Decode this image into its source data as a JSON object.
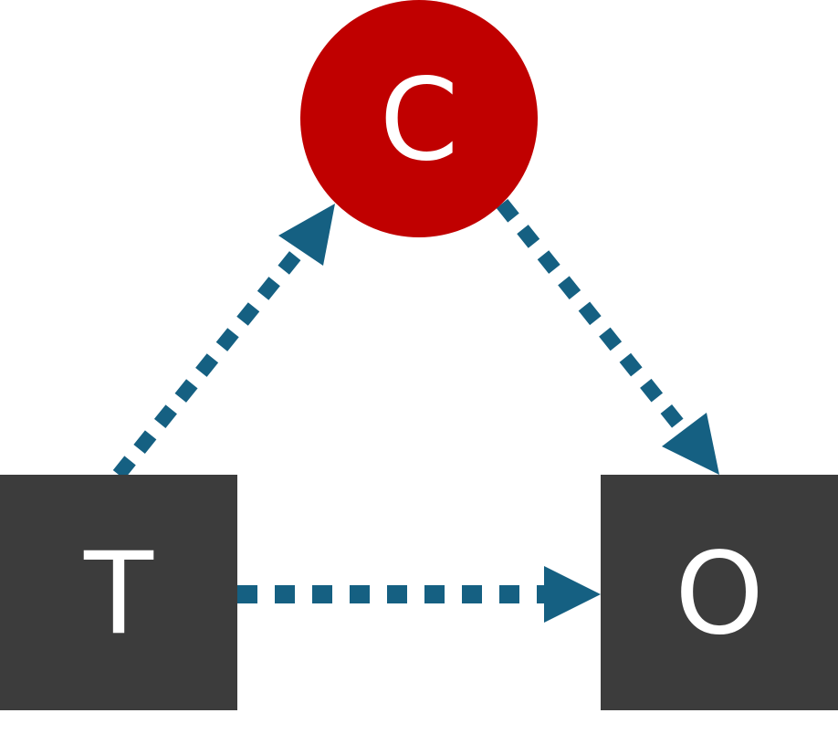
{
  "colors": {
    "background": "#ffffff",
    "box_fill": "#3c3c3c",
    "circle_fill": "#c00000",
    "label_text": "#ffffff",
    "arrow": "#156082"
  },
  "nodes": {
    "T": {
      "label": "T",
      "shape": "square"
    },
    "O": {
      "label": "O",
      "shape": "square"
    },
    "C": {
      "label": "C",
      "shape": "circle"
    }
  },
  "edges": [
    {
      "from": "T",
      "to": "C",
      "style": "dotted"
    },
    {
      "from": "C",
      "to": "O",
      "style": "dotted"
    },
    {
      "from": "T",
      "to": "O",
      "style": "dotted"
    }
  ]
}
